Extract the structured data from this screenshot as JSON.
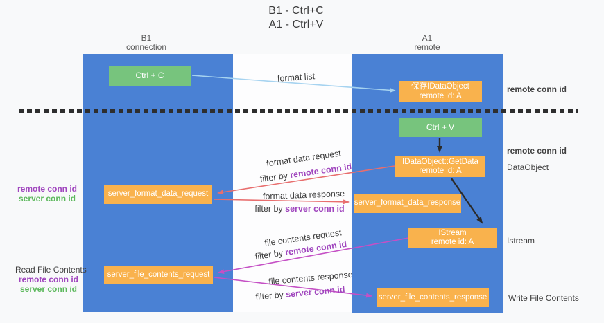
{
  "title": {
    "line1": "B1 - Ctrl+C",
    "line2": "A1 - Ctrl+V"
  },
  "lifelines": {
    "left": {
      "name": "B1",
      "subtitle": "connection"
    },
    "right": {
      "name": "A1",
      "subtitle": "remote"
    }
  },
  "nodes": {
    "ctrl_c": {
      "label": "Ctrl + C"
    },
    "save_dataobject": {
      "line1": "保存IDataObject",
      "line2": "remote id: A"
    },
    "ctrl_v": {
      "label": "Ctrl + V"
    },
    "getdata": {
      "line1": "IDataObject::GetData",
      "line2": "remote id: A"
    },
    "format_request": {
      "label": "server_format_data_request"
    },
    "format_response": {
      "label": "server_format_data_response"
    },
    "istream": {
      "line1": "IStream",
      "line2": "remote id: A"
    },
    "file_request": {
      "label": "server_file_contents_request"
    },
    "file_response": {
      "label": "server_file_contents_response"
    }
  },
  "edges": {
    "format_list": {
      "label": "format list"
    },
    "format_request": {
      "label": "format data request",
      "filter_prefix": "filter by ",
      "filter_key": "remote conn id"
    },
    "format_response": {
      "label": "format data response",
      "filter_prefix": "filter by ",
      "filter_key": "server conn id"
    },
    "file_request": {
      "label": "file contents request",
      "filter_prefix": "filter by ",
      "filter_key": "remote conn id"
    },
    "file_response": {
      "label": "file contents response",
      "filter_prefix": "filter by ",
      "filter_key": "server conn id"
    }
  },
  "annotations": {
    "right_top_remote_conn_id": "remote conn id",
    "right_mid_remote_conn_id": "remote conn id",
    "dataobject": "DataObject",
    "istream": "Istream",
    "write_file_contents": "Write File Contents",
    "left_mid_remote": "remote conn id",
    "left_mid_server": "server conn id",
    "read_file_contents": "Read File Contents",
    "left_bottom_remote": "remote conn id",
    "left_bottom_server": "server conn id"
  },
  "colors": {
    "column_blue": "#4a81d4",
    "box_orange": "#f9b24d",
    "box_green": "#77c47d",
    "arrow_light_blue": "#a6d3f0",
    "arrow_red": "#e86e6e",
    "arrow_magenta": "#c550c5",
    "arrow_black": "#2b2b2b",
    "text_purple": "#a046be",
    "text_green": "#5cb85c"
  }
}
